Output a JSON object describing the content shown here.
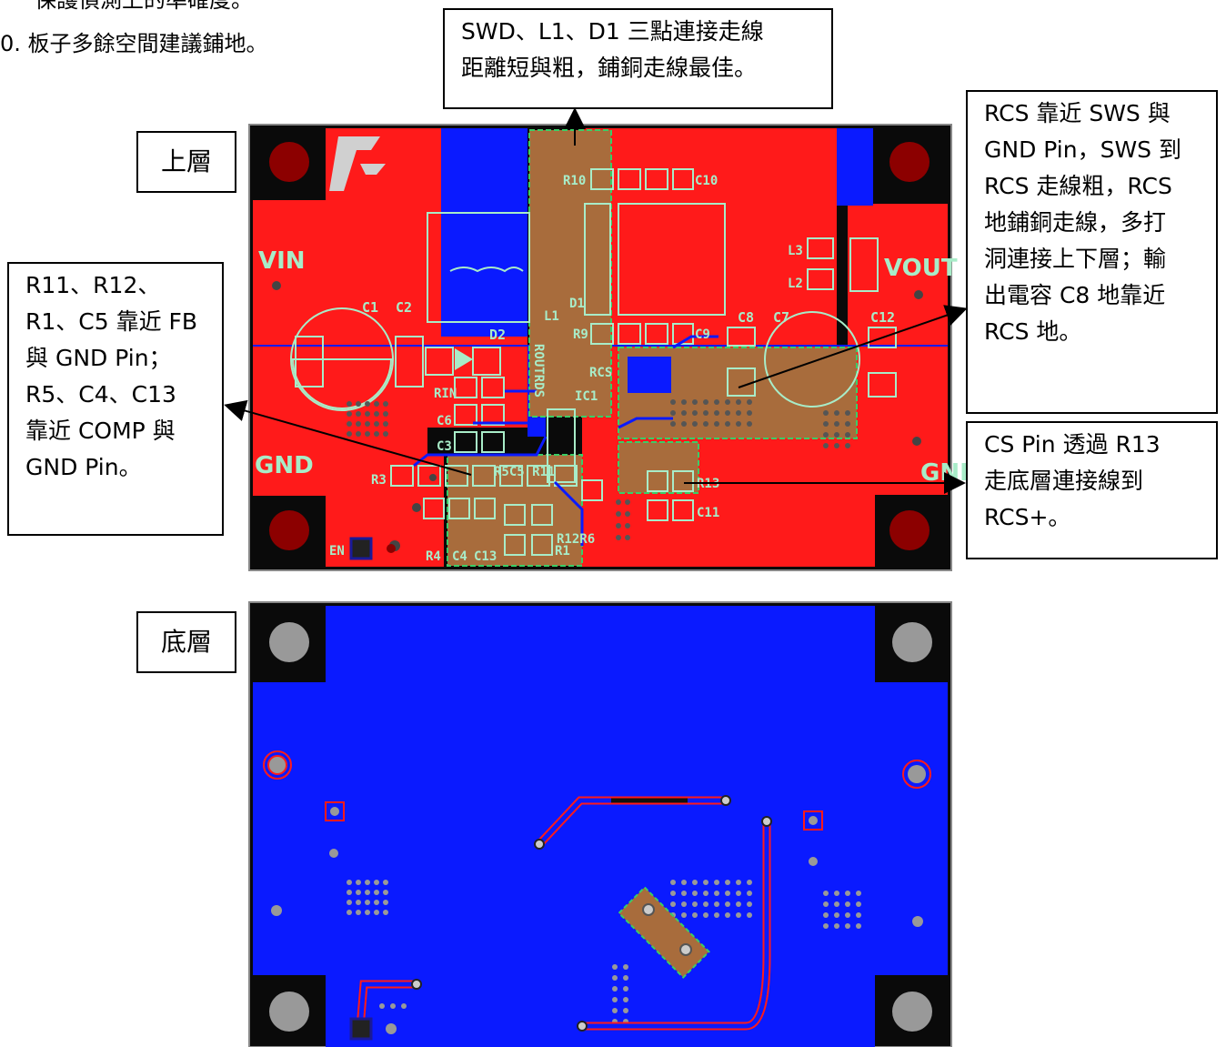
{
  "document": {
    "line_partial": "保護偵測上的準確度。",
    "line_10": "0.  板子多餘空間建議鋪地。"
  },
  "layers": {
    "top_label": "上層",
    "bottom_label": "底層"
  },
  "callouts": {
    "top_center": [
      "SWD、L1、D1 三點連接走線",
      "距離短與粗，鋪銅走線最佳。"
    ],
    "right_top": [
      "RCS 靠近 SWS 與",
      "GND Pin，SWS 到",
      "RCS 走線粗，RCS",
      "地鋪銅走線，多打",
      "洞連接上下層；輸",
      "出電容 C8 地靠近",
      "RCS 地。"
    ],
    "right_bottom": [
      "CS Pin 透過 R13",
      "走底層連接線到",
      "RCS+。"
    ],
    "left": [
      "R11、R12、",
      "R1、C5 靠近 FB",
      "與 GND Pin；",
      "R5、C4、C13",
      "靠近 COMP 與",
      "GND Pin。"
    ]
  },
  "pcb_top_silkscreen": {
    "vin": "VIN",
    "vout": "VOUT",
    "gnd_left": "GND",
    "gnd_right": "GND'",
    "en": "EN",
    "c1": "C1",
    "c2": "C2",
    "d2": "D2",
    "rin": "RIN",
    "c6": "C6",
    "c3": "C3",
    "r3": "R3",
    "r5c5r11": "R5C5 R11",
    "r4": "R4",
    "c4": "C4",
    "c13": "C13",
    "r12r6": "R12R6",
    "r1": "R1",
    "routrds": "ROUTRDS",
    "ic1": "IC1",
    "l1": "L1",
    "d1": "D1",
    "r9": "R9",
    "r10": "R10",
    "c10": "C10",
    "c9": "C9",
    "rcs": "RCS",
    "c8": "C8",
    "c7": "C7",
    "c12": "C12",
    "l3": "L3",
    "l2": "L2",
    "r13": "R13",
    "c11": "C11"
  },
  "colors": {
    "top_copper": "#ff1a1a",
    "bottom_copper": "#0a1aff",
    "board_black": "#0a0a0a",
    "silkscreen": "#a8ecc8",
    "pour_brown": "#a86c3c",
    "pad_hole": "#8c0000",
    "bottom_hole": "#999999"
  }
}
